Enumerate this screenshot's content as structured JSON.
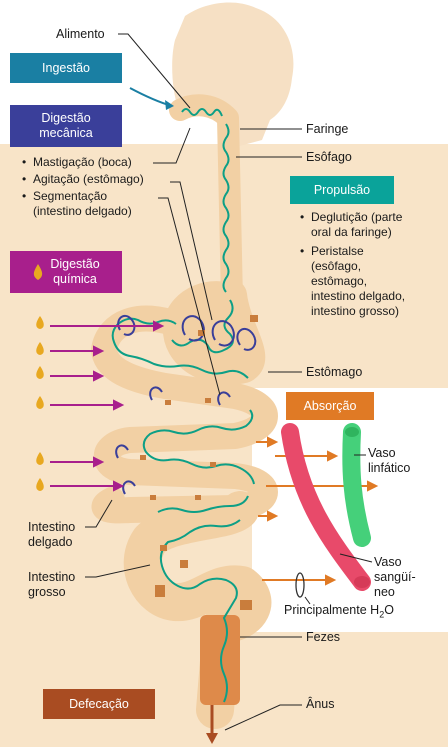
{
  "stages": {
    "ingestion": "Ingestão",
    "mechanical_digestion": "Digestão\nmecânica",
    "propulsion": "Propulsão",
    "chemical_digestion": "Digestão\nquímica",
    "absorption": "Absorção",
    "defecation": "Defecação"
  },
  "mechanical_list": [
    "Mastigação (boca)",
    "Agitação (estômago)",
    "Segmentação\n(intestino delgado)"
  ],
  "propulsion_list": [
    "Deglutição (parte\noral da faringe)",
    "Peristalse\n(esôfago,\nestômago,\nintestino delgado,\nintestino grosso)"
  ],
  "labels": {
    "food": "Alimento",
    "pharynx": "Faringe",
    "esophagus": "Esôfago",
    "stomach": "Estômago",
    "lymphatic_vessel": "Vaso\nlinfático",
    "small_intestine": "Intestino\ndelgado",
    "large_intestine": "Intestino\ngrosso",
    "blood_vessel": "Vaso\nsangüí-\nneo",
    "mainly_water_prefix": "Principalmente H",
    "mainly_water_sub": "2",
    "mainly_water_suffix": "O",
    "feces": "Fezes",
    "anus": "Ânus"
  },
  "colors": {
    "ingestion": "#1a7fa3",
    "mechanical": "#3a3f9a",
    "propulsion": "#0aa39a",
    "chemical": "#a81f8c",
    "absorption": "#e07a25",
    "defecation": "#a94c22",
    "tract": "#f2d0a4",
    "peristalsis_line": "#0d9f86",
    "blood_vessel": "#e84a6a",
    "lymph_vessel": "#45d07a"
  }
}
